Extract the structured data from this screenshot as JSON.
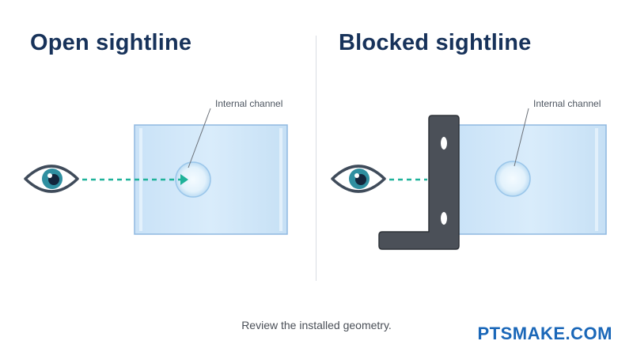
{
  "panels": {
    "left": {
      "title": "Open sightline",
      "callout": "Internal channel"
    },
    "right": {
      "title": "Blocked sightline",
      "callout": "Internal channel"
    }
  },
  "caption": "Review the installed geometry.",
  "brand": "PTSMAKE.COM",
  "colors": {
    "title": "#17325a",
    "block_fill": "#cfe6f8",
    "block_stroke": "#8fb8e0",
    "sightline": "#1fb29a",
    "bracket_fill": "#4b5058",
    "brand": "#1a67b8"
  },
  "icons": {
    "eye": "eye-icon",
    "arrow": "arrow-right-icon"
  }
}
